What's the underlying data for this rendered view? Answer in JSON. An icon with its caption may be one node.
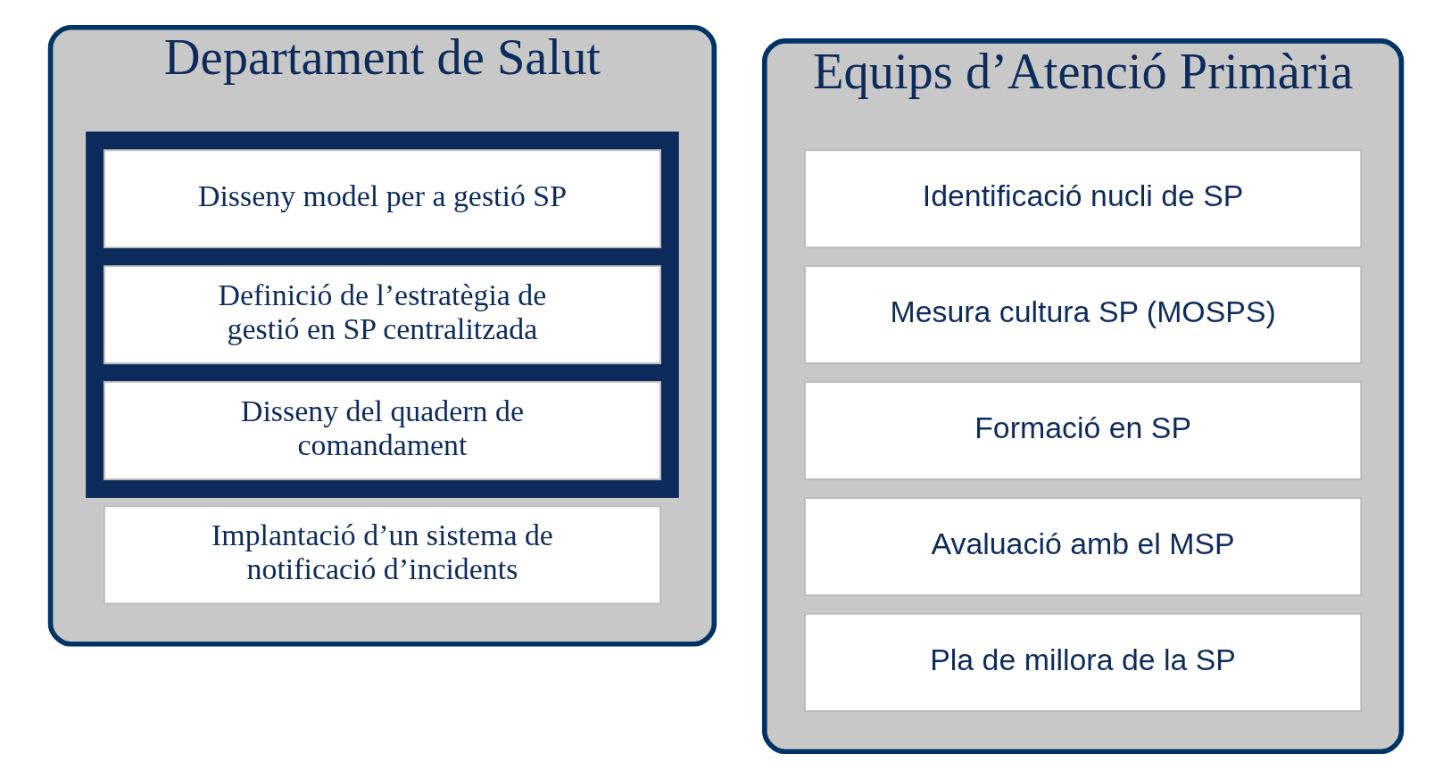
{
  "diagram": {
    "nodes": [
      {
        "text": [
          "Departament de Salut"
        ]
      },
      {
        "text": [],
        "shape": "box",
        "in": 0
      },
      {
        "text": [
          "Disseny model per a gestió SP"
        ],
        "in": 1
      },
      {
        "text": [
          "Definició de l’estratègia de gestió en SP centralitzada"
        ],
        "in": 1
      },
      {
        "text": [
          "Disseny del quadern de comandament"
        ],
        "in": 1
      },
      {
        "text": [
          "Implantació d’un sistema de notificació d’incidents"
        ],
        "in": 0
      },
      {
        "text": [
          "Equips d’Atenció Primària"
        ]
      },
      {
        "text": [
          "Identificació nucli de SP"
        ],
        "in": 6
      },
      {
        "text": [
          "Mesura cultura SP (MOSPS)"
        ],
        "in": 6
      },
      {
        "text": [
          "Formació en SP"
        ],
        "in": 6
      },
      {
        "text": [
          "Avaluació amb el MSP"
        ],
        "in": 6
      },
      {
        "text": [
          "Pla de millora de la SP"
        ],
        "in": 6
      }
    ]
  }
}
